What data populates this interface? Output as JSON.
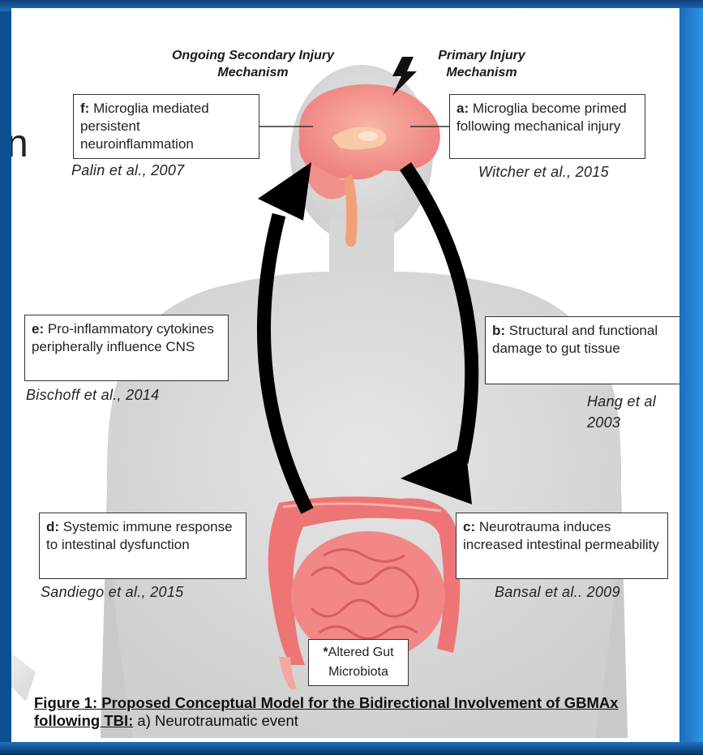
{
  "headers": {
    "secondary": "Ongoing Secondary Injury Mechanism",
    "primary": "Primary Injury Mechanism"
  },
  "boxes": {
    "a": {
      "letter": "a:",
      "text": "Microglia become primed following mechanical injury",
      "cite": "Witcher et al., 2015"
    },
    "b": {
      "letter": "b:",
      "text": "Structural and functional damage to gut tissue",
      "cite": "Hang et al 2003"
    },
    "c": {
      "letter": "c:",
      "text": "Neurotrauma induces increased intestinal permeability",
      "cite": "Bansal et al.. 2009"
    },
    "d": {
      "letter": "d:",
      "text": "Systemic immune response to intestinal dysfunction",
      "cite": "Sandiego et al., 2015"
    },
    "e": {
      "letter": "e:",
      "text": "Pro-inflammatory cytokines peripherally influence CNS",
      "cite": "Bischoff et al., 2014"
    },
    "f": {
      "letter": "f:",
      "text": "Microglia mediated persistent neuroinflammation",
      "cite": "Palin et al., 2007"
    }
  },
  "microbiota": {
    "mark": "*",
    "text": "Altered Gut Microbiota"
  },
  "caption": {
    "title": "Figure 1: Proposed Conceptual Model for the Bidirectional Involvement of GBMAx following TBI:",
    "text": " a) Neurotraumatic event"
  },
  "stray_letter": "n",
  "colors": {
    "brain": "#f28a8a",
    "gut": "#f07a7a",
    "silhouette": "#d9d9d9",
    "frame": "#1f7fd0"
  }
}
